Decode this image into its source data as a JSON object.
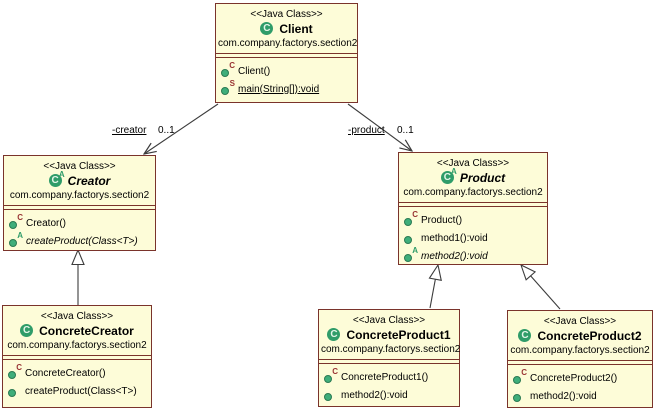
{
  "classes": {
    "client": {
      "stereotype": "<<Java Class>>",
      "name": "Client",
      "abstract_badge": "",
      "package": "com.company.factorys.section2",
      "methods": [
        {
          "label": "Client()",
          "badge": "C",
          "kind": "constructor"
        },
        {
          "label": "main(String[]):void",
          "badge": "S",
          "kind": "static"
        }
      ]
    },
    "creator": {
      "stereotype": "<<Java Class>>",
      "name": "Creator",
      "abstract_badge": "A",
      "package": "com.company.factorys.section2",
      "methods": [
        {
          "label": "Creator()",
          "badge": "C",
          "kind": "constructor"
        },
        {
          "label": "createProduct(Class<T>)",
          "badge": "A",
          "kind": "abstract"
        }
      ]
    },
    "product": {
      "stereotype": "<<Java Class>>",
      "name": "Product",
      "abstract_badge": "A",
      "package": "com.company.factorys.section2",
      "methods": [
        {
          "label": "Product()",
          "badge": "C",
          "kind": "constructor"
        },
        {
          "label": "method1():void",
          "badge": "",
          "kind": "public"
        },
        {
          "label": "method2():void",
          "badge": "A",
          "kind": "abstract"
        }
      ]
    },
    "concrete_creator": {
      "stereotype": "<<Java Class>>",
      "name": "ConcreteCreator",
      "abstract_badge": "",
      "package": "com.company.factorys.section2",
      "methods": [
        {
          "label": "ConcreteCreator()",
          "badge": "C",
          "kind": "constructor"
        },
        {
          "label": "createProduct(Class<T>)",
          "badge": "",
          "kind": "public"
        }
      ]
    },
    "concrete_product1": {
      "stereotype": "<<Java Class>>",
      "name": "ConcreteProduct1",
      "abstract_badge": "",
      "package": "com.company.factorys.section2",
      "methods": [
        {
          "label": "ConcreteProduct1()",
          "badge": "C",
          "kind": "constructor"
        },
        {
          "label": "method2():void",
          "badge": "",
          "kind": "public"
        }
      ]
    },
    "concrete_product2": {
      "stereotype": "<<Java Class>>",
      "name": "ConcreteProduct2",
      "abstract_badge": "",
      "package": "com.company.factorys.section2",
      "methods": [
        {
          "label": "ConcreteProduct2()",
          "badge": "C",
          "kind": "constructor"
        },
        {
          "label": "method2():void",
          "badge": "",
          "kind": "public"
        }
      ]
    }
  },
  "edges": {
    "creator": {
      "role": "-creator",
      "multiplicity": "0..1"
    },
    "product": {
      "role": "-product",
      "multiplicity": "0..1"
    }
  },
  "colors": {
    "box_fill": "#fdfcd8",
    "box_border": "#7a332b",
    "class_icon_green": "#2f9c69",
    "line": "#3c3c3c"
  }
}
